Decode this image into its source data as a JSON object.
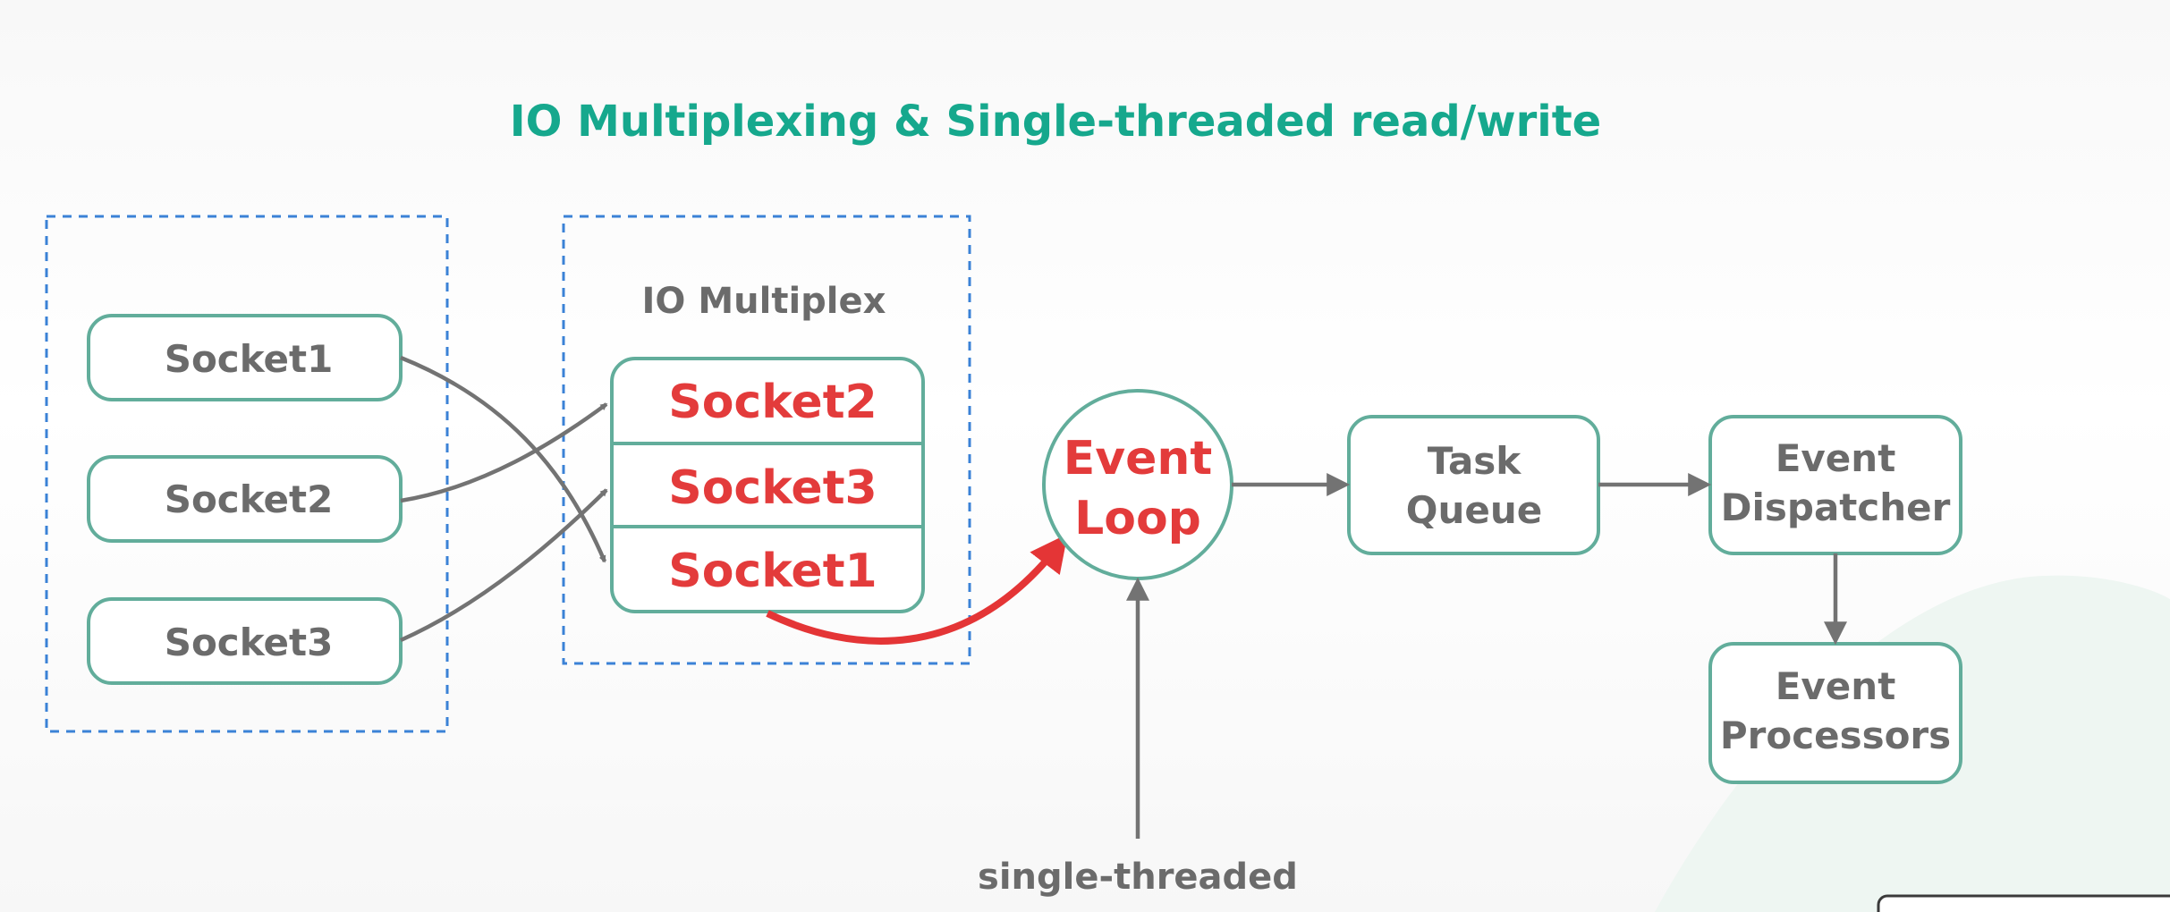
{
  "title": "IO Multiplexing & Single-threaded read/write",
  "sockets": [
    "Socket1",
    "Socket2",
    "Socket3"
  ],
  "multiplex": {
    "label": "IO Multiplex",
    "items": [
      "Socket2",
      "Socket3",
      "Socket1"
    ]
  },
  "event_loop": {
    "line1": "Event",
    "line2": "Loop"
  },
  "task_queue": {
    "line1": "Task",
    "line2": "Queue"
  },
  "dispatcher": {
    "line1": "Event",
    "line2": "Dispatcher"
  },
  "processors": {
    "line1": "Event",
    "line2": "Processors"
  },
  "single_threaded_label": "single-threaded",
  "colors": {
    "title": "#16a88d",
    "box_stroke": "#62ad9b",
    "dashed_border": "#3b82d6",
    "highlight": "#e33b3b",
    "text_gray": "#6b6b6b",
    "arrow_gray": "#737373"
  }
}
